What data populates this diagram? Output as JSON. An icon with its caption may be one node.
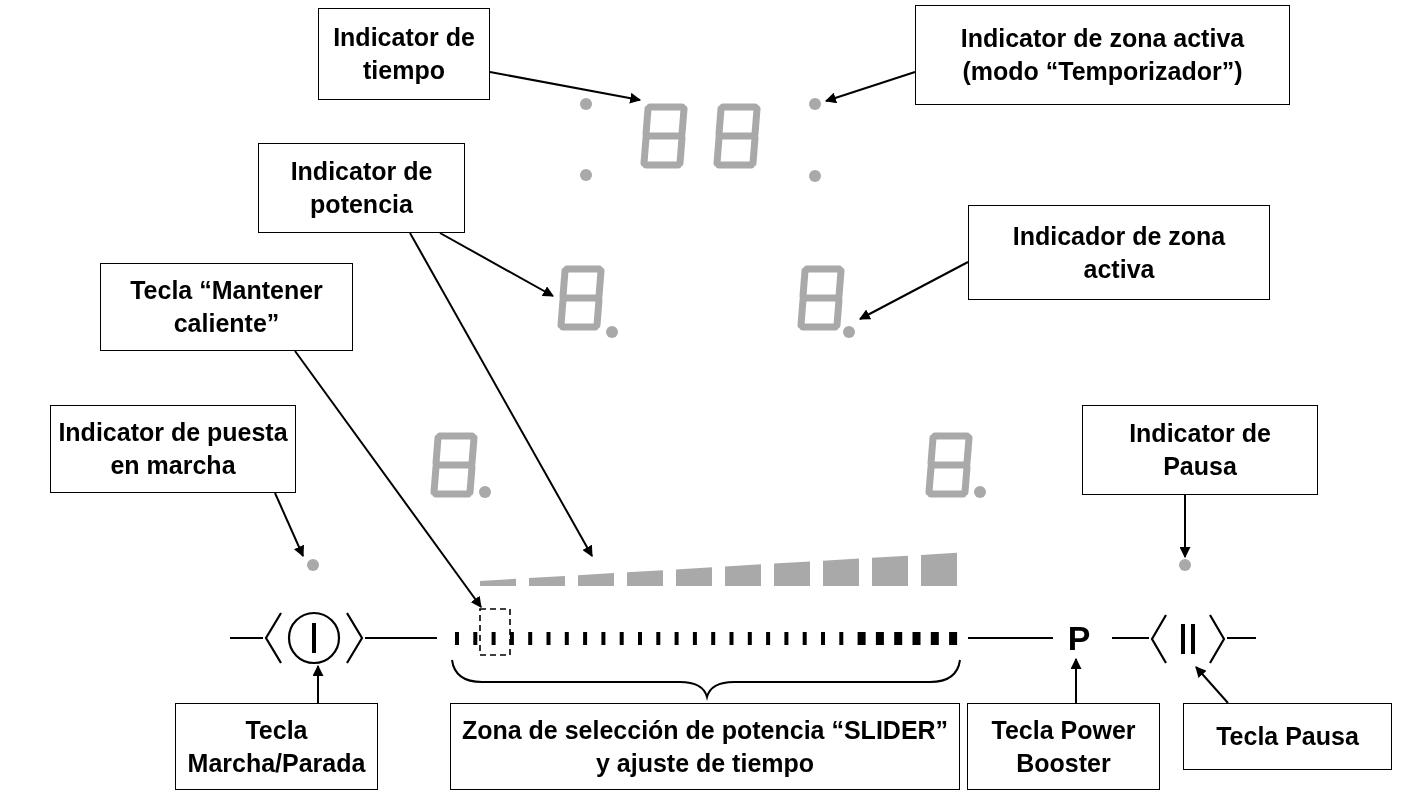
{
  "diagram": {
    "nodes": [
      {
        "text": [
          "Indicator de tiempo"
        ]
      },
      {
        "text": [
          "Indicator de zona activa (modo “Temporizador”)"
        ]
      },
      {
        "text": [
          "Indicator de potencia"
        ]
      },
      {
        "text": [
          "Indicador de zona activa"
        ]
      },
      {
        "text": [
          "Tecla “Mantener caliente”"
        ]
      },
      {
        "text": [
          "Indicator de puesta en marcha"
        ]
      },
      {
        "text": [
          "Indicator de Pausa"
        ]
      },
      {
        "text": [
          "Tecla Marcha/Parada"
        ]
      },
      {
        "text": [
          "Zona de selección de potencia “SLIDER” y ajuste de tiempo"
        ]
      },
      {
        "text": [
          "Tecla Power Booster"
        ]
      },
      {
        "text": [
          "Tecla Pausa"
        ]
      },
      {
        "text": [],
        "shape": "display"
      },
      {
        "text": [],
        "shape": "circle"
      },
      {
        "text": [],
        "shape": "display"
      },
      {
        "text": [],
        "shape": "display"
      },
      {
        "text": [],
        "shape": "circle"
      },
      {
        "text": [],
        "shape": "box"
      },
      {
        "text": [],
        "shape": "bar"
      },
      {
        "text": [],
        "shape": "circle"
      },
      {
        "text": [],
        "shape": "button"
      },
      {
        "text": [
          "P"
        ]
      },
      {
        "text": [],
        "shape": "button"
      }
    ],
    "edges": [
      {
        "from": 0,
        "to": 11,
        "arrow": "to"
      },
      {
        "from": 1,
        "to": 12,
        "arrow": "to"
      },
      {
        "from": 2,
        "to": 13,
        "arrow": "to"
      },
      {
        "from": 2,
        "to": 17,
        "arrow": "to"
      },
      {
        "from": 3,
        "to": 14,
        "arrow": "to"
      },
      {
        "from": 4,
        "to": 16,
        "arrow": "to"
      },
      {
        "from": 5,
        "to": 15,
        "arrow": "to"
      },
      {
        "from": 6,
        "to": 18,
        "arrow": "to"
      },
      {
        "from": 7,
        "to": 19,
        "arrow": "to"
      },
      {
        "from": 9,
        "to": 20,
        "arrow": "to"
      },
      {
        "from": 10,
        "to": 21,
        "arrow": "to"
      },
      {
        "from": 20,
        "to": 21,
        "arrow": "none"
      }
    ]
  }
}
